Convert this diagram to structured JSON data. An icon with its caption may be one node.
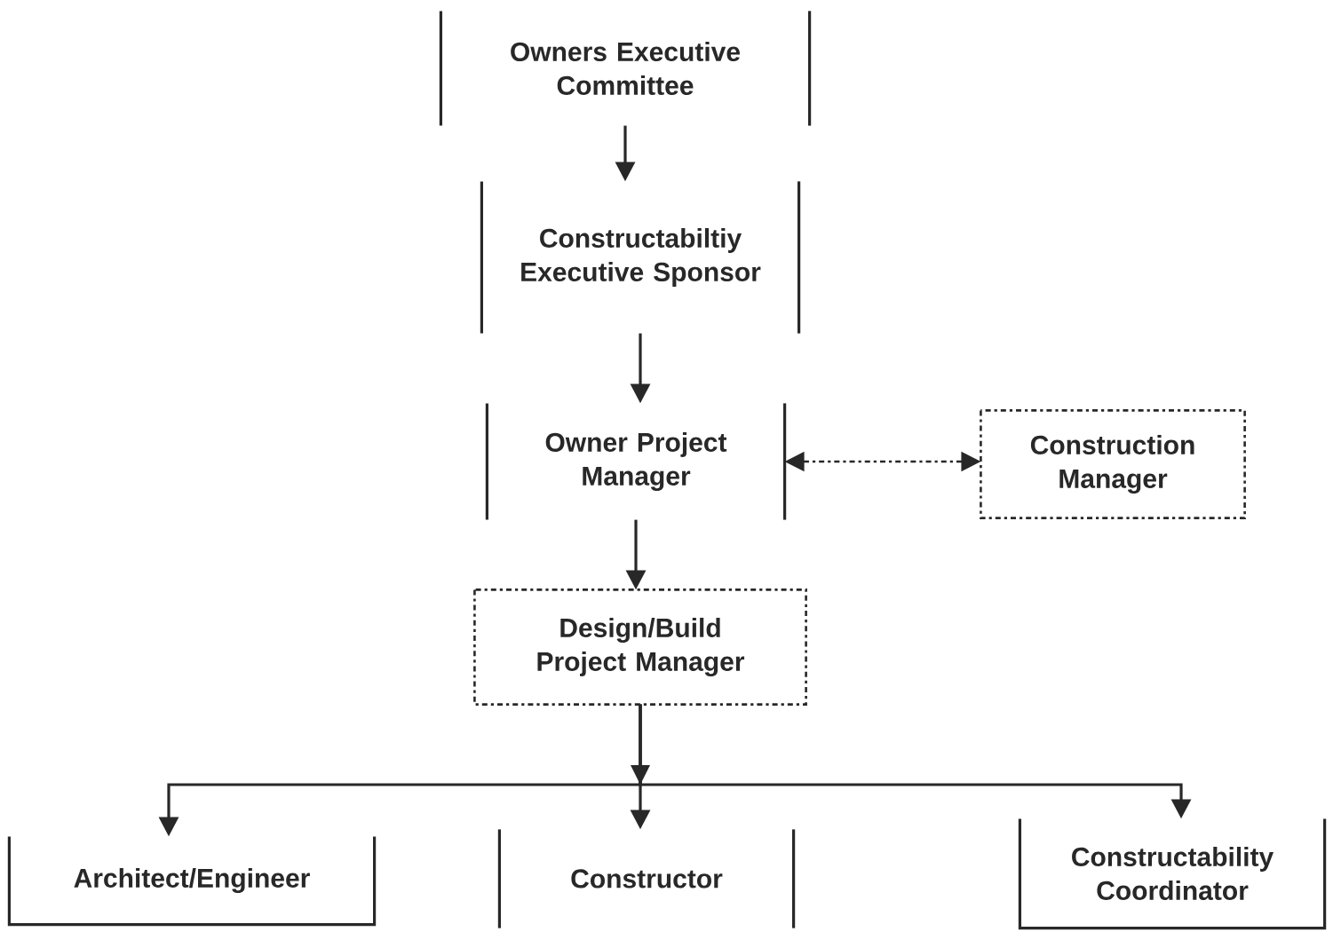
{
  "diagram": {
    "nodes": [
      {
        "text": [
          "Owners Executive Committee"
        ]
      },
      {
        "text": [
          "Constructabiltiy Executive Sponsor"
        ]
      },
      {
        "text": [
          "Owner Project Manager"
        ]
      },
      {
        "text": [
          "Construction Manager"
        ]
      },
      {
        "text": [
          "Design/Build Project Manager"
        ]
      },
      {
        "text": [
          "Architect/Engineer"
        ]
      },
      {
        "text": [
          "Constructor"
        ]
      },
      {
        "text": [
          "Constructability Coordinator"
        ]
      }
    ],
    "edges": [
      {
        "from": 0,
        "to": 1,
        "arrow": "to"
      },
      {
        "from": 1,
        "to": 2,
        "arrow": "to"
      },
      {
        "from": 2,
        "to": 3,
        "arrow": "both",
        "style": "dashed"
      },
      {
        "from": 2,
        "to": 4,
        "arrow": "to"
      },
      {
        "from": 4,
        "to": 5,
        "arrow": "to"
      },
      {
        "from": 4,
        "to": 6,
        "arrow": "to"
      },
      {
        "from": 4,
        "to": 7,
        "arrow": "to"
      }
    ]
  }
}
